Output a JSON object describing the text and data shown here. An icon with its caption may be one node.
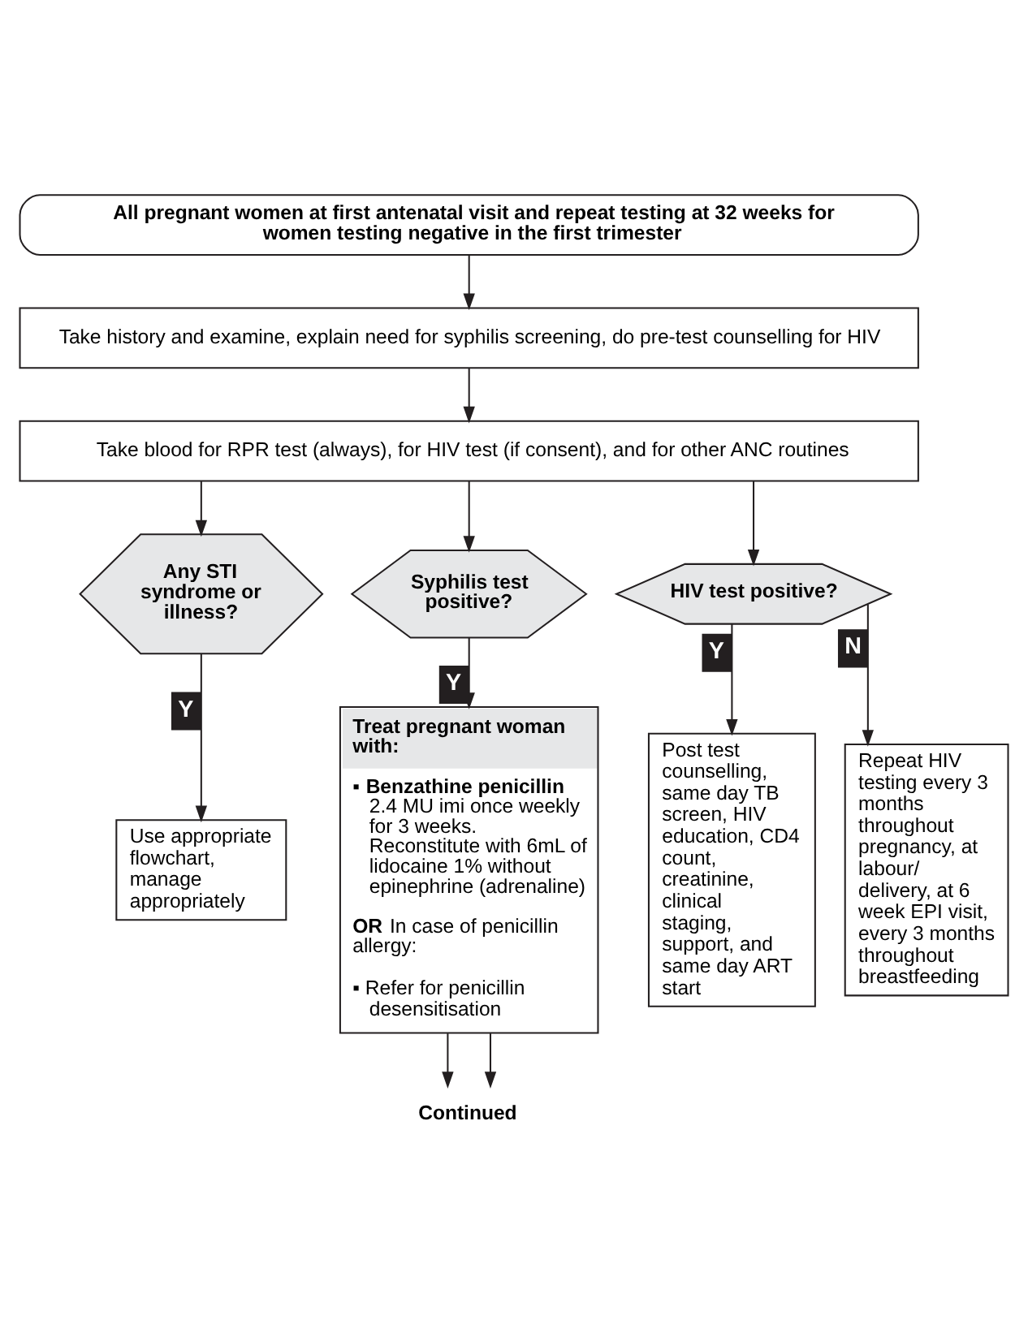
{
  "diagram": {
    "nodes": [
      {
        "text": [
          "All pregnant women at first antenatal visit and repeat testing at 32 weeks for women testing negative in the first trimester"
        ]
      },
      {
        "text": [
          "Take history and examine, explain need for syphilis screening, do pre-test counselling for HIV"
        ]
      },
      {
        "text": [
          "Take blood for RPR test (always), for HIV test (if consent), and for other ANC routines"
        ]
      },
      {
        "text": [
          "Any STI syndrome or illness?"
        ]
      },
      {
        "text": [
          "Syphilis test positive?"
        ]
      },
      {
        "text": [
          "HIV test positive?"
        ]
      },
      {
        "text": [
          "Use appropriate flowchart, manage appropriately"
        ]
      },
      {
        "text": [
          "Treat pregnant woman with:",
          "▪ **Benzathine penicillin** 2.4 MU imi once weekly for 3 weeks. Reconstitute with 6mL of lidocaine 1% without epinephrine (adrenaline)",
          "**OR** In case of penicillin allergy:",
          "▪ Refer for penicillin desensitisation"
        ]
      },
      {
        "text": [
          "Post test counselling, same day TB screen, HIV education, CD4 count, creatinine, clinical staging, support, and same day ART start"
        ]
      },
      {
        "text": [
          "Repeat HIV testing every 3 months throughout pregnancy, at labour/ delivery, at 6 week EPI visit, every 3 months throughout breastfeeding"
        ]
      },
      {
        "text": [
          "Continued"
        ]
      }
    ],
    "edges": [
      {
        "from": 0,
        "to": 1,
        "arrow": "to"
      },
      {
        "from": 1,
        "to": 2,
        "arrow": "to"
      },
      {
        "from": 2,
        "to": 3,
        "arrow": "to"
      },
      {
        "from": 2,
        "to": 4,
        "arrow": "to"
      },
      {
        "from": 2,
        "to": 5,
        "arrow": "to"
      },
      {
        "from": 3,
        "to": 6,
        "arrow": "to",
        "label": "Y"
      },
      {
        "from": 4,
        "to": 7,
        "arrow": "to",
        "label": "Y"
      },
      {
        "from": 5,
        "to": 8,
        "arrow": "to",
        "label": "Y"
      },
      {
        "from": 5,
        "to": 9,
        "arrow": "to",
        "label": "N"
      },
      {
        "from": 7,
        "to": 10,
        "arrow": "to"
      },
      {
        "from": 7,
        "to": 10,
        "arrow": "to"
      }
    ]
  }
}
